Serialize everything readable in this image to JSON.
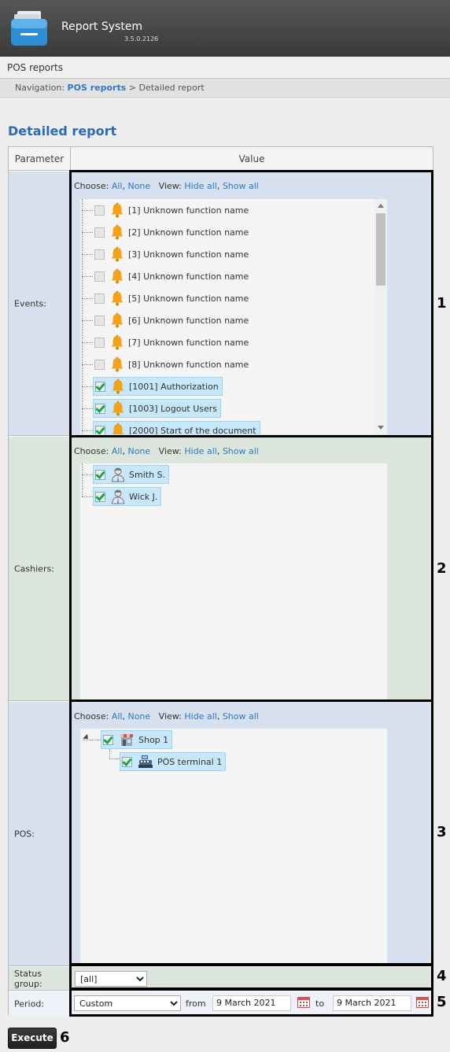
{
  "app": {
    "title": "Report System",
    "version": "3.5.0.2126"
  },
  "subheader": {
    "title": "POS reports"
  },
  "breadcrumb": {
    "prefix": "Navigation:",
    "link": "POS reports",
    "separator": ">",
    "current": "Detailed report"
  },
  "page": {
    "title": "Detailed report"
  },
  "table": {
    "col_parameter": "Parameter",
    "col_value": "Value"
  },
  "choose_bar": {
    "choose": "Choose:",
    "all": "All",
    "none": "None",
    "view": "View:",
    "hide_all": "Hide all",
    "show_all": "Show all",
    "comma": ","
  },
  "events": {
    "label": "Events:",
    "items": [
      {
        "label": "[1] Unknown function name",
        "checked": false
      },
      {
        "label": "[2] Unknown function name",
        "checked": false
      },
      {
        "label": "[3] Unknown function name",
        "checked": false
      },
      {
        "label": "[4] Unknown function name",
        "checked": false
      },
      {
        "label": "[5] Unknown function name",
        "checked": false
      },
      {
        "label": "[6] Unknown function name",
        "checked": false
      },
      {
        "label": "[7] Unknown function name",
        "checked": false
      },
      {
        "label": "[8] Unknown function name",
        "checked": false
      },
      {
        "label": "[1001] Authorization",
        "checked": true
      },
      {
        "label": "[1003] Logout Users",
        "checked": true
      },
      {
        "label": "[2000] Start of the document",
        "checked": true
      }
    ]
  },
  "cashiers": {
    "label": "Cashiers:",
    "items": [
      {
        "label": "Smith S.",
        "checked": true
      },
      {
        "label": "Wick J.",
        "checked": true
      }
    ]
  },
  "pos": {
    "label": "POS:",
    "shop": {
      "label": "Shop 1",
      "checked": true
    },
    "terminal": {
      "label": "POS terminal 1",
      "checked": true
    }
  },
  "status_group": {
    "label": "Status group:",
    "value": "[all]"
  },
  "period": {
    "label": "Period:",
    "value": "Custom",
    "from_label": "from",
    "from": "9 March 2021",
    "to_label": "to",
    "to": "9 March 2021"
  },
  "execute": {
    "label": "Execute"
  },
  "markers": [
    "1",
    "2",
    "3",
    "4",
    "5",
    "6"
  ],
  "colors": {
    "accent": "#2f78c5",
    "selection": "#c7e7fa",
    "events_bg": "#d6e0ee",
    "cashiers_bg": "#dce6dc"
  }
}
